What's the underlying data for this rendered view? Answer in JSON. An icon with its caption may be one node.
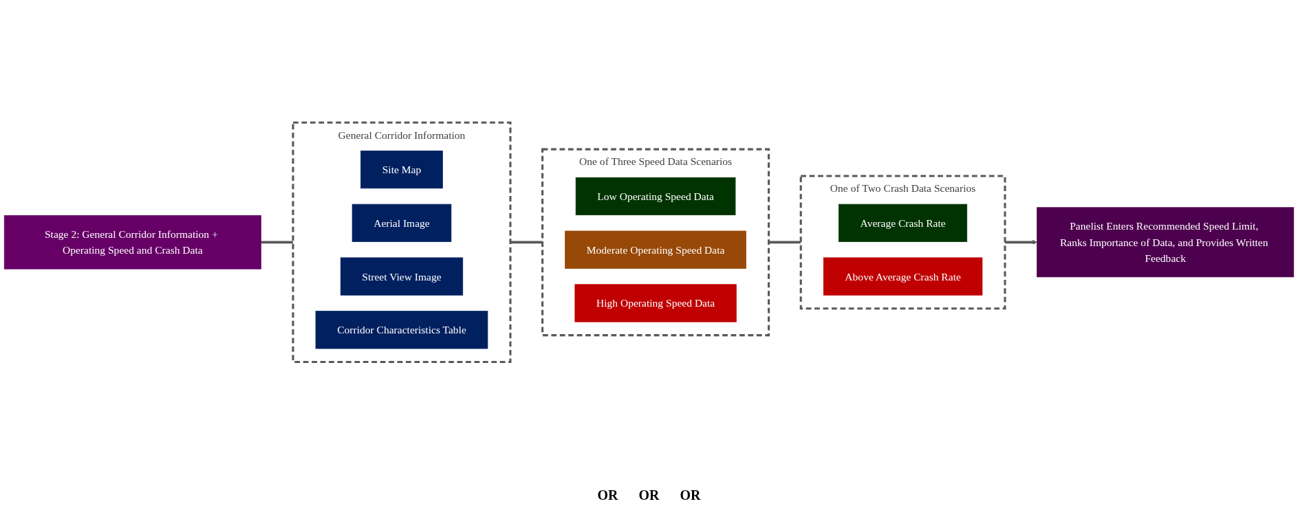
{
  "diagram": {
    "nodes": [
      {
        "text": [
          "Stage 2: General Corridor Information + Operating Speed and Crash Data"
        ]
      },
      {
        "text": [
          "General Corridor Information"
        ]
      },
      {
        "text": [
          "Site Map"
        ],
        "in": 1
      },
      {
        "text": [
          "Aerial Image"
        ],
        "in": 1
      },
      {
        "text": [
          "Street View Image"
        ],
        "in": 1
      },
      {
        "text": [
          "Corridor Characteristics Table"
        ],
        "in": 1
      },
      {
        "text": [
          "One of Three Speed Data Scenarios"
        ]
      },
      {
        "text": [
          "Low Operating Speed Data"
        ],
        "in": 6
      },
      {
        "text": [
          "Moderate Operating Speed Data"
        ],
        "in": 6
      },
      {
        "text": [
          "High Operating Speed Data"
        ],
        "in": 6
      },
      {
        "text": [
          "One of Two Crash Data Scenarios"
        ]
      },
      {
        "text": [
          "Average Crash Rate"
        ],
        "in": 10
      },
      {
        "text": [
          "Above Average Crash Rate"
        ],
        "in": 10
      },
      {
        "text": [
          "Panelist Enters Recommended Speed Limit, Ranks Importance of Data, and Provides Written Feedback"
        ]
      }
    ],
    "edges": [
      {
        "from": 0,
        "to": 1,
        "arrow": "none"
      },
      {
        "from": 1,
        "to": 6,
        "arrow": "none"
      },
      {
        "from": 6,
        "to": 10,
        "arrow": "none"
      },
      {
        "from": 10,
        "to": 13,
        "arrow": "to"
      }
    ],
    "labels": [
      "OR",
      "OR",
      "OR"
    ]
  }
}
